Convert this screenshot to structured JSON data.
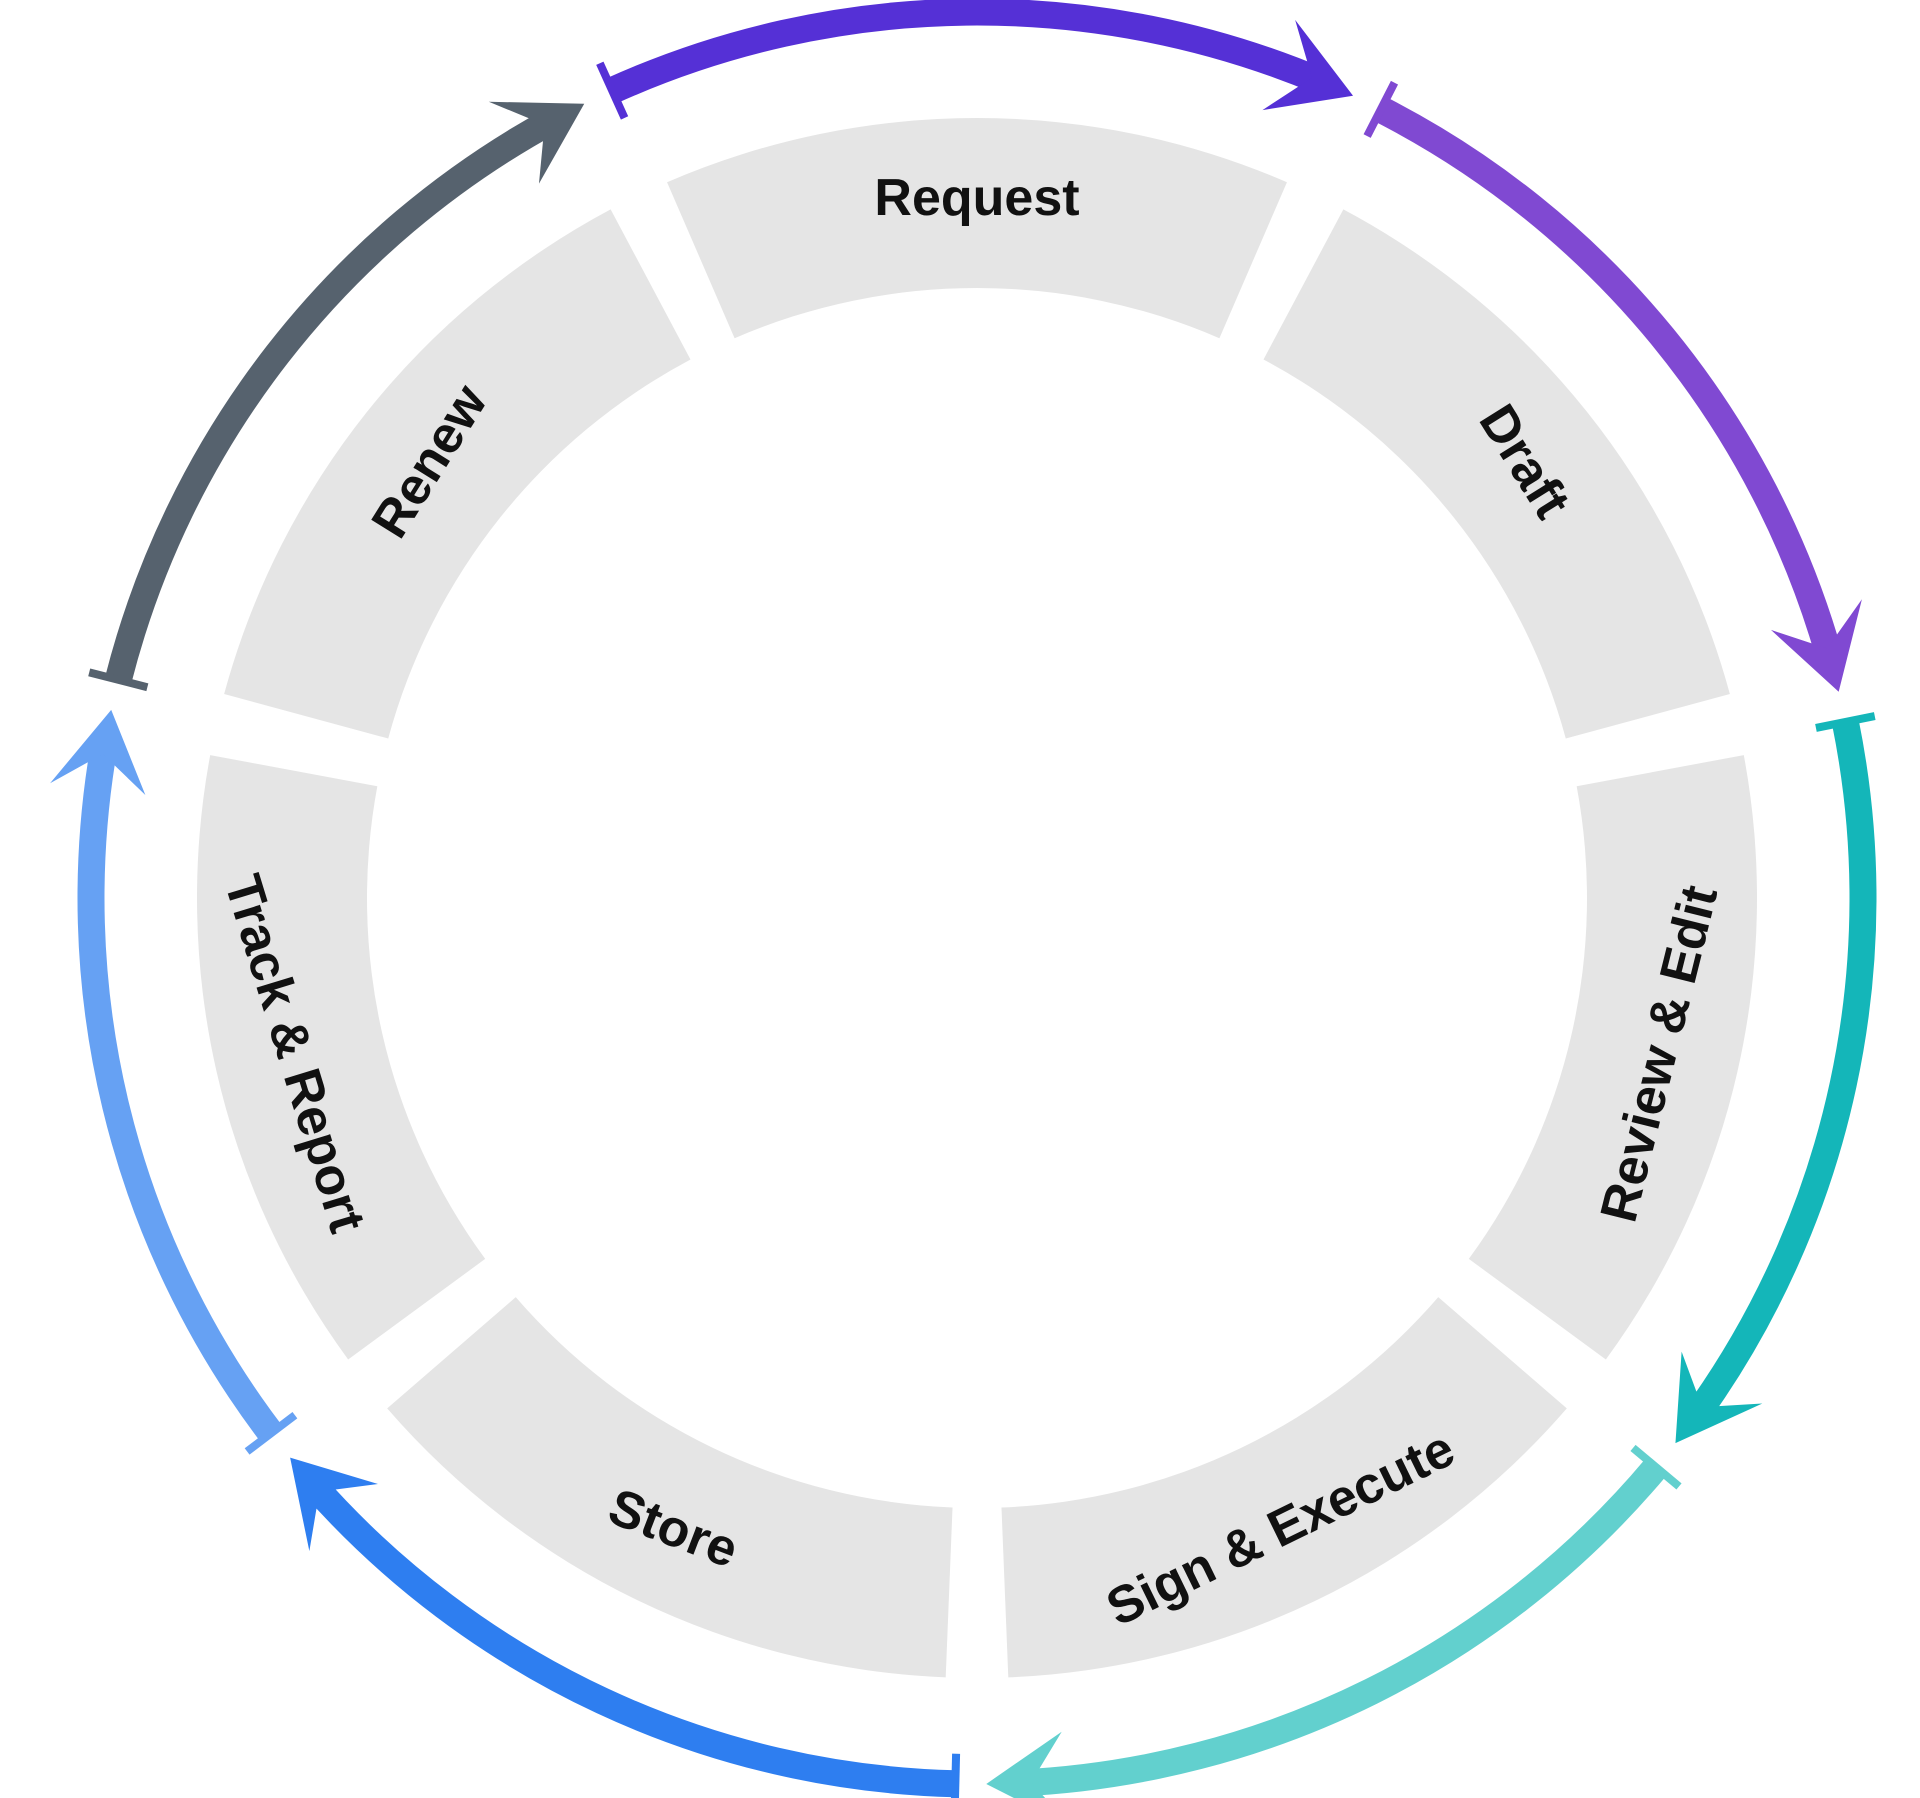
{
  "stages": [
    {
      "label": "Request",
      "arrow_color": "#5530d6"
    },
    {
      "label": "Draft",
      "arrow_color": "#8049d2"
    },
    {
      "label": "Review & Edit",
      "arrow_color": "#14b6b9"
    },
    {
      "label": "Sign & Execute",
      "arrow_color": "#62d0ce"
    },
    {
      "label": "Store",
      "arrow_color": "#2e7ef0"
    },
    {
      "label": "Track & Report",
      "arrow_color": "#66a1f3"
    },
    {
      "label": "Renew",
      "arrow_color": "#56626e"
    }
  ],
  "segment_color": "#e5e5e5",
  "text_color": "#111111"
}
